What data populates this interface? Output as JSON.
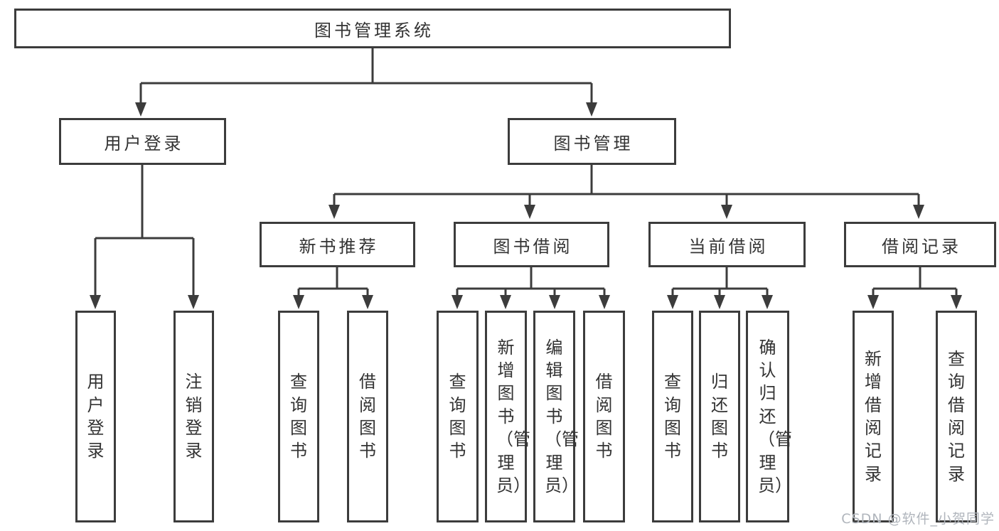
{
  "colors": {
    "line": "#3c3c3c",
    "text": "#333333",
    "background": "#ffffff",
    "watermark": "#b0b5bc"
  },
  "tree": {
    "root": {
      "label": "图书管理系统",
      "children": [
        {
          "label": "用户登录",
          "children": [
            {
              "label": "用户登录"
            },
            {
              "label": "注销登录"
            }
          ]
        },
        {
          "label": "图书管理",
          "children": [
            {
              "label": "新书推荐",
              "children": [
                {
                  "label": "查询图书"
                },
                {
                  "label": "借阅图书"
                }
              ]
            },
            {
              "label": "图书借阅",
              "children": [
                {
                  "label": "查询图书"
                },
                {
                  "label": "新增图书（管理员）"
                },
                {
                  "label": "编辑图书（管理员）"
                },
                {
                  "label": "借阅图书"
                }
              ]
            },
            {
              "label": "当前借阅",
              "children": [
                {
                  "label": "查询图书"
                },
                {
                  "label": "归还图书"
                },
                {
                  "label": "确认归还（管理员）"
                }
              ]
            },
            {
              "label": "借阅记录",
              "children": [
                {
                  "label": "新增借阅记录"
                },
                {
                  "label": "查询借阅记录"
                }
              ]
            }
          ]
        }
      ]
    }
  },
  "watermark": {
    "text": "CSDN @软件_小贺同学"
  }
}
